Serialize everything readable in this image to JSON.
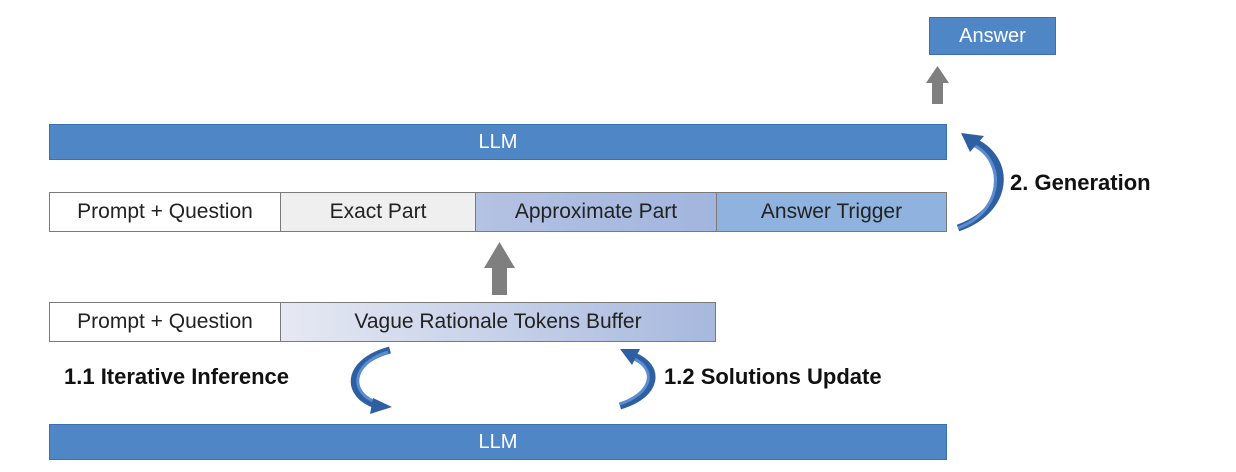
{
  "answer_box": {
    "label": "Answer"
  },
  "llm_top": {
    "label": "LLM"
  },
  "llm_bottom": {
    "label": "LLM"
  },
  "generation_row": {
    "segments": [
      {
        "label": "Prompt + Question"
      },
      {
        "label": "Exact Part"
      },
      {
        "label": "Approximate Part"
      },
      {
        "label": "Answer Trigger"
      }
    ]
  },
  "buffer_row": {
    "segments": [
      {
        "label": "Prompt + Question"
      },
      {
        "label": "Vague Rationale Tokens Buffer"
      }
    ]
  },
  "steps": {
    "generation": "2. Generation",
    "iterative_inference": "1.1 Iterative Inference",
    "solutions_update": "1.2 Solutions Update"
  },
  "colors": {
    "llm_bar": "#4f86c6",
    "arrow_gray": "#7f7f7f",
    "curved_arrow": "#2e5fa3",
    "exact_part": "#efefef",
    "approximate_part": "#a9b9df",
    "answer_trigger": "#8fb3de"
  }
}
